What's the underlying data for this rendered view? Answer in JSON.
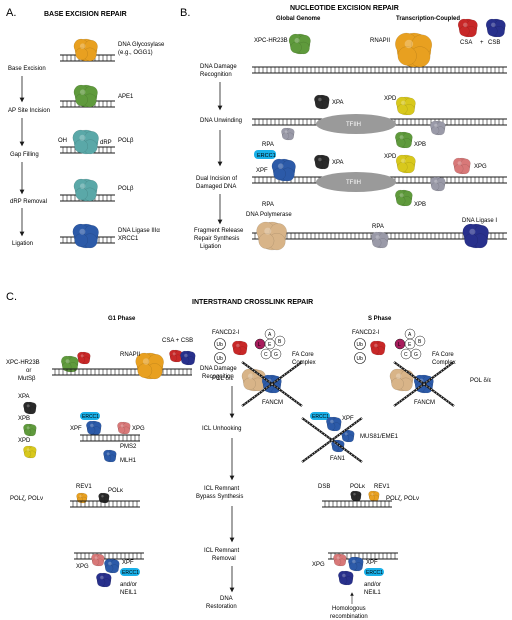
{
  "panels": {
    "a": {
      "letter": "A.",
      "title": "BASE EXCISION REPAIR",
      "steps": [
        "Base Excision",
        "AP Site Incision",
        "Gap Filling",
        "dRP Removal",
        "Ligation"
      ],
      "proteins": [
        "DNA Glycosylase",
        "(e.g., OGG1)",
        "APE1",
        "POLβ",
        "POLβ",
        "DNA Ligase IIIα",
        "XRCC1"
      ],
      "markers": {
        "oh": "OH",
        "drp": "dRP"
      }
    },
    "b": {
      "letter": "B.",
      "title": "NUCLEOTIDE EXCISION REPAIR",
      "subtitles": {
        "global": "Global Genome",
        "coupled": "Transcription-Coupled"
      },
      "steps": [
        "DNA Damage",
        "Recognition",
        "DNA Unwinding",
        "Dual Incision of",
        "Damaged DNA",
        "Fragment Release",
        "Repair Synthesis",
        "Ligation"
      ],
      "labels": {
        "xpc": "XPC-HR23B",
        "rnapii": "RNAPII",
        "csa": "CSA",
        "plus": "+",
        "csb": "CSB",
        "xpa": "XPA",
        "xpd": "XPD",
        "rpa": "RPA",
        "tfiih": "TFIIH",
        "xpb": "XPB",
        "ercc1": "ERCC1",
        "xpf": "XPF",
        "xpg": "XPG",
        "polymerase": "DNA Polymerase",
        "ligase": "DNA Ligase I"
      }
    },
    "c": {
      "letter": "C.",
      "title": "INTERSTRAND CROSSLINK REPAIR",
      "g1": "G1 Phase",
      "s": "S Phase",
      "steps": [
        "DNA Damage",
        "Recognition",
        "ICL Unhooking",
        "ICL Remnant",
        "Bypass Synthesis",
        "ICL Remnant",
        "Removal",
        "DNA",
        "Restoration"
      ],
      "labels": {
        "xpc": "XPC-HR23B",
        "or": "or",
        "muts": "MutSβ",
        "xpa": "XPA",
        "xpb": "XPB",
        "xpd": "XPD",
        "rnapii": "RNAPII",
        "csa_csb": "CSA + CSB",
        "ercc1": "ERCC1",
        "xpf": "XPF",
        "xpg": "XPG",
        "pms2": "PMS2",
        "mlh1": "MLH1",
        "rev1": "REV1",
        "polk": "POLκ",
        "polzv": "POLζ, POLν",
        "andor": "and/or",
        "neil1": "NEIL1",
        "fancd2": "FANCD2-I",
        "ub": "Ub",
        "fa_core": "FA Core",
        "complex": "Complex",
        "fancm": "FANCM",
        "pol_de": "POL δ/ε",
        "mus81": "MUS81/EME1",
        "fan1": "FAN1",
        "dsb": "DSB",
        "homologous": "Homologous",
        "recombination": "recombination",
        "a": "A",
        "b": "B",
        "c": "C",
        "g": "G",
        "l": "L",
        "e": "E"
      }
    }
  },
  "colors": {
    "orange": "#e8a020",
    "green": "#5f9a3c",
    "teal": "#5aa8a8",
    "blue": "#2c5aa8",
    "red": "#c82828",
    "navy": "#28308c",
    "grey": "#9a9aa8",
    "yellow": "#d8c81c",
    "pink": "#d87878",
    "tan": "#d8b488",
    "black": "#2a2a2a",
    "cyan": "#1ab0e8",
    "magenta": "#a81c5c"
  }
}
